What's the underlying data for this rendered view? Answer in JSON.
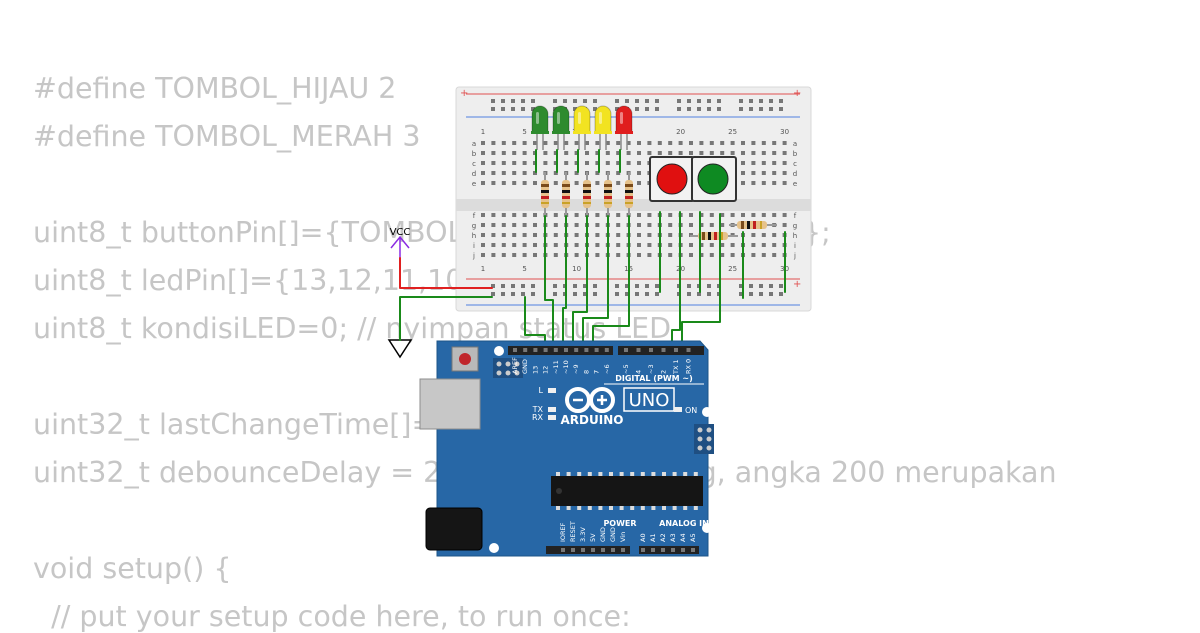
{
  "code_lines": [
    "#define TOMBOL_HIJAU 2",
    "#define TOMBOL_MERAH 3",
    "",
    "uint8_t buttonPin[]={TOMBOL_HIJAU,TOMBOL_MERAH};",
    "uint8_t ledPin[]={13,12,11,10,9};",
    "uint8_t kondisiLED=0; // nyimpan status LED",
    "",
    "uint32_t lastChangeTime[]={0,0};",
    "uint32_t debounceDelay = 200; //unsigned long, angka 200 merupakan",
    "",
    "void setup() {",
    "  // put your setup code here, to run once:"
  ],
  "breadboard": {
    "column_numbers": [
      "1",
      "5",
      "10",
      "15",
      "20",
      "25",
      "30"
    ],
    "row_letters_top": [
      "a",
      "b",
      "c",
      "d",
      "e"
    ],
    "row_letters_bottom": [
      "f",
      "g",
      "h",
      "i",
      "j"
    ],
    "leds": [
      {
        "color": "#2e8b2e",
        "name": "green"
      },
      {
        "color": "#2e8b2e",
        "name": "green"
      },
      {
        "color": "#f2e321",
        "name": "yellow"
      },
      {
        "color": "#f2e321",
        "name": "yellow"
      },
      {
        "color": "#e01e1e",
        "name": "red"
      }
    ],
    "buttons": [
      {
        "color": "#e01010"
      },
      {
        "color": "#0e8a22"
      }
    ]
  },
  "power": {
    "vcc_label": "VCC"
  },
  "arduino": {
    "brand": "ARDUINO",
    "model": "UNO",
    "digital_label": "DIGITAL (PWM ~)",
    "power_label": "POWER",
    "analog_label": "ANALOG IN",
    "on_label": "ON",
    "l_label": "L",
    "tx_label": "TX",
    "rx_label": "RX",
    "digital_pins": [
      "AREF",
      "GND",
      "13",
      "12",
      "~11",
      "~10",
      "~9",
      "8",
      "7",
      "~6",
      "~5",
      "4",
      "~3",
      "2",
      "TX 1",
      "RX 0"
    ],
    "power_pins": [
      "IOREF",
      "RESET",
      "3.3V",
      "5V",
      "GND",
      "GND",
      "Vin"
    ],
    "analog_pins": [
      "A0",
      "A1",
      "A2",
      "A3",
      "A4",
      "A5"
    ]
  },
  "colors": {
    "code_text": "#c6c6c6",
    "board_blue": "#2767a6",
    "wire_green": "#1a8a1a",
    "wire_red": "#e02020",
    "vcc_purple": "#8a2be2"
  }
}
